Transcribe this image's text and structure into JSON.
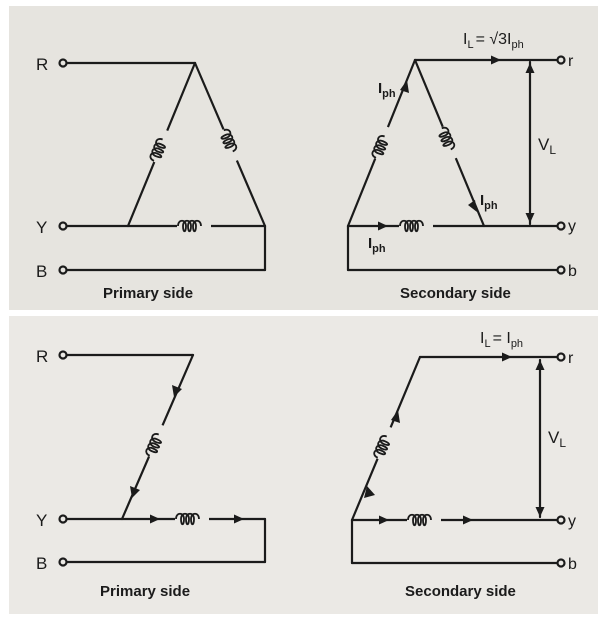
{
  "colors": {
    "panel_top": "#e6e4df",
    "panel_bottom": "#ebe9e5",
    "ink": "#1b1b1b"
  },
  "top_panel": {
    "primary": {
      "terminal_r": "R",
      "terminal_y": "Y",
      "terminal_b": "B",
      "caption": "Primary side"
    },
    "secondary": {
      "terminal_r": "r",
      "terminal_y": "y",
      "terminal_b": "b",
      "caption": "Secondary side",
      "line_current_label": "I_L = √3 I_ph",
      "line_current_lhs": "I",
      "line_current_lhs_sub": "L",
      "line_current_rhs": "= √3I",
      "line_current_rhs_sub": "ph",
      "phase_current_a": "I",
      "phase_current_a_sub": "ph",
      "phase_current_b": "I",
      "phase_current_b_sub": "ph",
      "phase_current_c": "I",
      "phase_current_c_sub": "ph",
      "line_voltage": "V",
      "line_voltage_sub": "L"
    }
  },
  "bottom_panel": {
    "primary": {
      "terminal_r": "R",
      "terminal_y": "Y",
      "terminal_b": "B",
      "caption": "Primary side"
    },
    "secondary": {
      "terminal_r": "r",
      "terminal_y": "y",
      "terminal_b": "b",
      "caption": "Secondary side",
      "line_current_lhs": "I",
      "line_current_lhs_sub": "L",
      "line_current_rhs": "= I",
      "line_current_rhs_sub": "ph",
      "line_voltage": "V",
      "line_voltage_sub": "L"
    }
  }
}
